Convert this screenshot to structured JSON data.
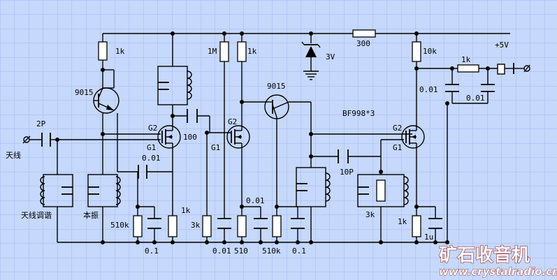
{
  "labels": {
    "supply": "+5V",
    "r_top": "300",
    "zener": "3V",
    "r_1k_a": "1k",
    "r_1m": "1M",
    "r_1k_b": "1k",
    "r_10k": "10k",
    "r_1k_c": "1k",
    "c_001_a": "0.01",
    "c_001_b": "0.01",
    "t1": "9015",
    "t2": "9015",
    "bf": "BF998*3",
    "in_cap": "2P",
    "antenna": "天线",
    "g2_a": "G2",
    "g1_a": "G1",
    "g2_b": "G2",
    "g1_b": "G1",
    "g2_c": "G2",
    "g1_c": "G1",
    "c100": "100",
    "c001_mid": "0.01",
    "c10p": "10P",
    "tune": "天线调谐",
    "osc": "本振",
    "r510k_a": "510k",
    "c01_a": "0.1",
    "r1k_e": "1k",
    "r3k_a": "3k",
    "c001_bot": "0.01",
    "r510": "510",
    "c001_top": "0.01",
    "r510k_b": "510k",
    "c01_b": "0.1",
    "r3k_b": "3k",
    "r1k_f": "1k",
    "c1u": "1u"
  },
  "watermark": {
    "title": "矿石收音机",
    "url": "www.crystalradio.cn"
  },
  "colors": {
    "background": "#c6d8fb",
    "grid": "#a4b7f0",
    "watermark_red": "#c00000"
  }
}
